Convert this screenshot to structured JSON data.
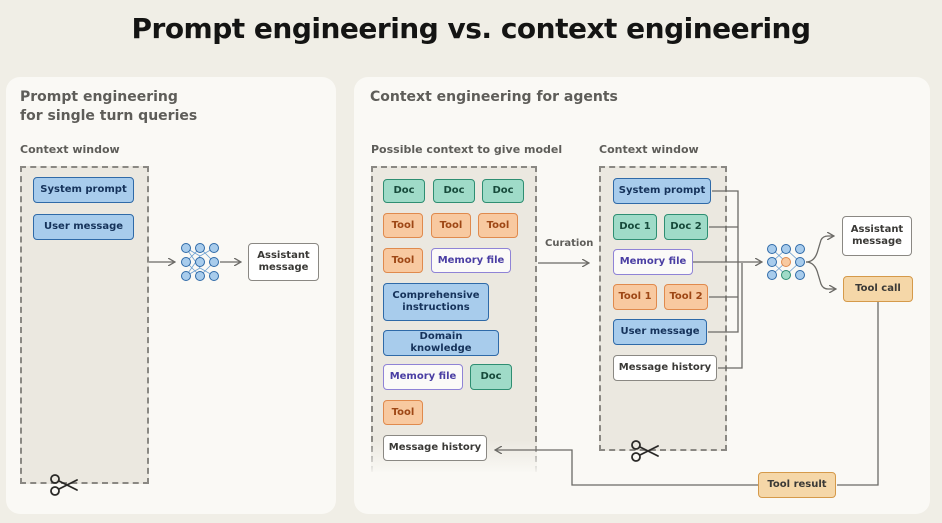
{
  "title": "Prompt engineering vs. context engineering",
  "left_panel": {
    "title_line1": "Prompt engineering",
    "title_line2": "for single turn queries",
    "window_label": "Context window",
    "system_prompt": "System prompt",
    "user_message": "User message",
    "output": "Assistant message"
  },
  "right_panel": {
    "title": "Context engineering for agents",
    "possible_label": "Possible context to give model",
    "window_label": "Context window",
    "curation": "Curation",
    "possible": {
      "doc": "Doc",
      "tool": "Tool",
      "memory_file": "Memory file",
      "comprehensive_instructions": "Comprehensive instructions",
      "domain_knowledge": "Domain knowledge",
      "message_history": "Message history"
    },
    "window": {
      "system_prompt": "System prompt",
      "doc1": "Doc 1",
      "doc2": "Doc 2",
      "memory_file": "Memory file",
      "tool1": "Tool 1",
      "tool2": "Tool 2",
      "user_message": "User message",
      "message_history": "Message history"
    },
    "assistant_message": "Assistant message",
    "tool_call": "Tool call",
    "tool_result": "Tool result"
  },
  "colors": {
    "background": "#f0eee6",
    "panel": "#faf9f5",
    "instruction_blue": "#a8ccec",
    "doc_green": "#9fdbc8",
    "tool_orange": "#f8c9a0",
    "memory_purple": "#8f83d6",
    "tool_flow_tan": "#f5d7a8"
  }
}
